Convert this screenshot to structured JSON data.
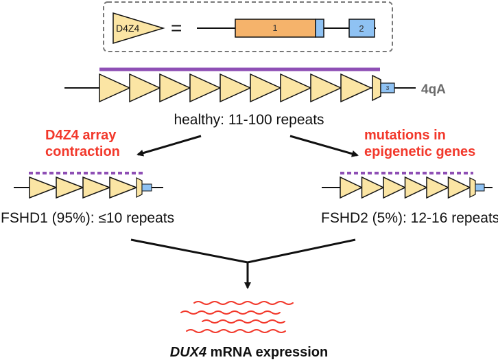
{
  "legend": {
    "unit_label": "D4Z4",
    "equals": "=",
    "exon1": "1",
    "exon2": "2"
  },
  "healthy": {
    "repeats": 9,
    "exon3": "3",
    "haplotype": "4qA",
    "caption": "healthy: 11-100 repeats"
  },
  "left_path": {
    "cause_line1": "D4Z4 array",
    "cause_line2": "contraction",
    "repeats": 4,
    "caption": "FSHD1 (95%): ≤10 repeats"
  },
  "right_path": {
    "cause_line1": "mutations in",
    "cause_line2": "epigenetic genes",
    "repeats": 6,
    "caption": "FSHD2 (5%): 12-16 repeats"
  },
  "result": {
    "gene": "DUX4",
    "rest": " mRNA expression"
  },
  "colors": {
    "triangle_fill": "#fbe5a4",
    "exon1_fill": "#f5b36b",
    "exon_blue": "#8fc2f3",
    "methylation": "#8e4fb5",
    "cause_red": "#f2382b",
    "mrna_red": "#f2382b",
    "haplotype_gray": "#6b6b6b"
  }
}
